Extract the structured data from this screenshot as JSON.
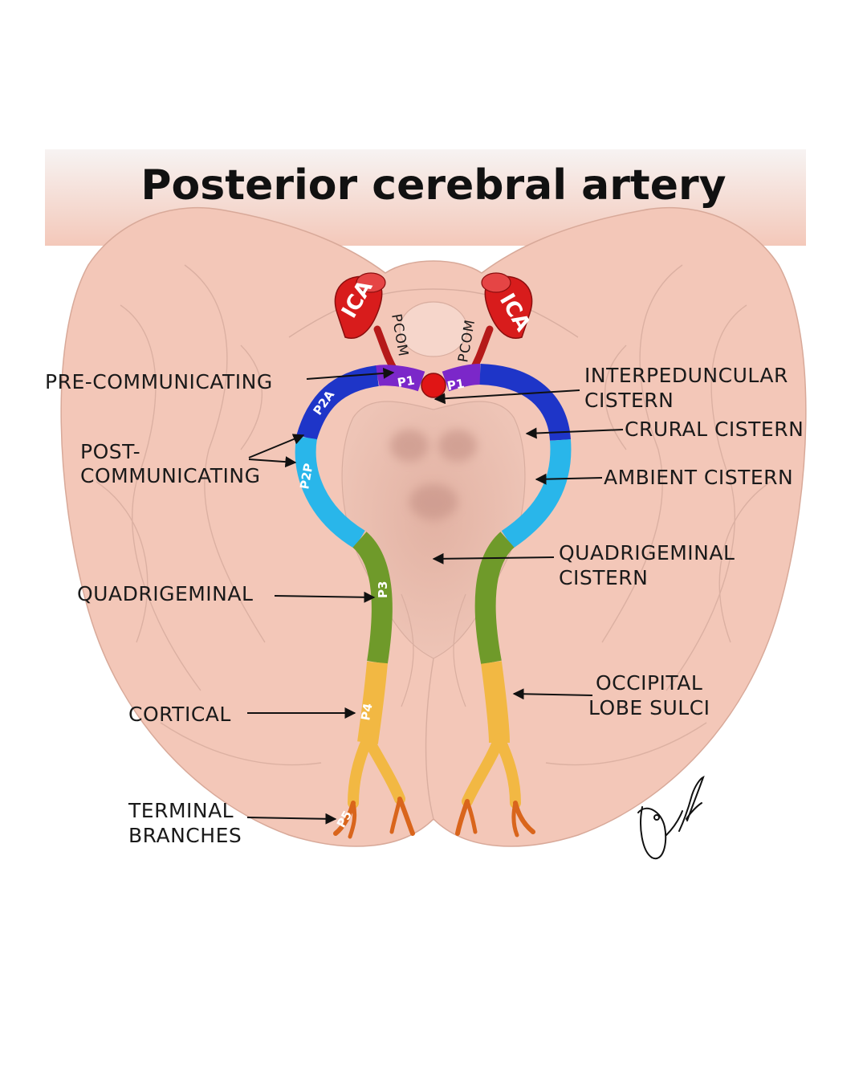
{
  "title": "Posterior cerebral artery",
  "vessels": {
    "ica_left": "ICA",
    "ica_right": "ICA",
    "pcom_left": "PCOM",
    "pcom_right": "PCOM",
    "segments": {
      "p1_left": "P1",
      "p1_right": "P1",
      "p2a": "P2A",
      "p2p": "P2P",
      "p3": "P3",
      "p4": "P4",
      "p5": "P5"
    }
  },
  "labels_left": {
    "pre_communicating": "PRE-COMMUNICATING",
    "post_communicating_1": "POST-",
    "post_communicating_2": "COMMUNICATING",
    "quadrigeminal": "QUADRIGEMINAL",
    "cortical": "CORTICAL",
    "terminal_1": "TERMINAL",
    "terminal_2": "BRANCHES"
  },
  "labels_right": {
    "interpeduncular_1": "INTERPEDUNCULAR",
    "interpeduncular_2": "CISTERN",
    "crural": "CRURAL CISTERN",
    "ambient": "AMBIENT CISTERN",
    "quadrigeminal_1": "QUADRIGEMINAL",
    "quadrigeminal_2": "CISTERN",
    "occipital_1": "OCCIPITAL",
    "occipital_2": "LOBE SULCI"
  },
  "colors": {
    "brain": "#f4cbbd",
    "ica": "#d81c1c",
    "pcom": "#b51a1a",
    "p1": "#7b27c9",
    "p2a": "#1e35c8",
    "p2p": "#29b6ea",
    "p3": "#6f9a2a",
    "p4": "#f2b843",
    "p5": "#d9651c"
  }
}
